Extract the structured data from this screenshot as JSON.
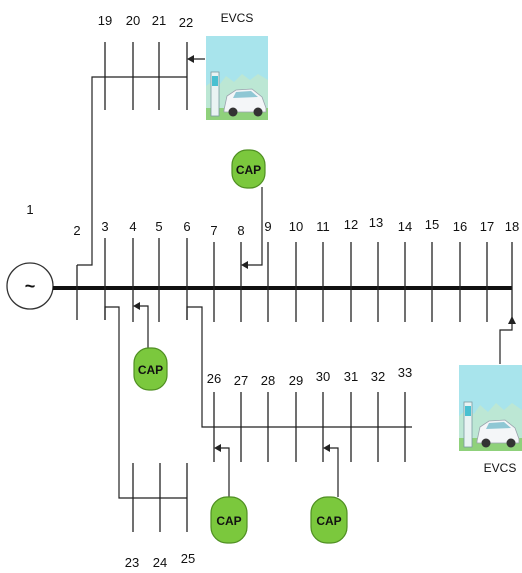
{
  "diagram": {
    "source_label": "1",
    "source_symbol": "~",
    "buses": [
      "2",
      "3",
      "4",
      "5",
      "6",
      "7",
      "8",
      "9",
      "10",
      "11",
      "12",
      "13",
      "14",
      "15",
      "16",
      "17",
      "18",
      "19",
      "20",
      "21",
      "22",
      "23",
      "24",
      "25",
      "26",
      "27",
      "28",
      "29",
      "30",
      "31",
      "32",
      "33"
    ],
    "evcs": [
      {
        "label": "EVCS"
      },
      {
        "label": "EVCS"
      }
    ],
    "capacitors": [
      {
        "label": "CAP"
      },
      {
        "label": "CAP"
      },
      {
        "label": "CAP"
      },
      {
        "label": "CAP"
      }
    ],
    "colors": {
      "cap_fill": "#7bc83d",
      "cap_stroke": "#4f8f22",
      "evcs_sky": "#a8e4ec",
      "evcs_car": "#f4f6f8"
    }
  }
}
